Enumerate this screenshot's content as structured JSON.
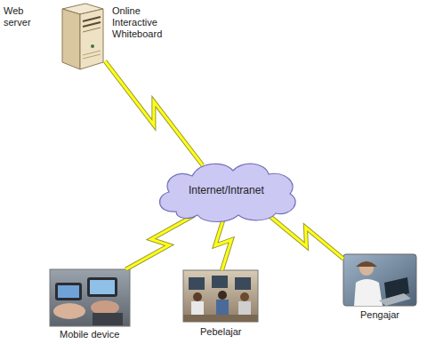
{
  "diagram": {
    "nodes": [
      {
        "text": [
          "Web server",
          "Online Interactive Whiteboard"
        ]
      },
      {
        "text": [
          "Internet/Intranet"
        ]
      },
      {
        "text": [
          "Mobile device"
        ]
      },
      {
        "text": [
          "Pebelajar"
        ]
      },
      {
        "text": [
          "Pengajar"
        ]
      }
    ],
    "edges": [
      {
        "from": 0,
        "to": 1,
        "arrow": "none"
      },
      {
        "from": 1,
        "to": 2,
        "arrow": "none"
      },
      {
        "from": 1,
        "to": 3,
        "arrow": "none"
      },
      {
        "from": 1,
        "to": 4,
        "arrow": "none"
      }
    ]
  }
}
